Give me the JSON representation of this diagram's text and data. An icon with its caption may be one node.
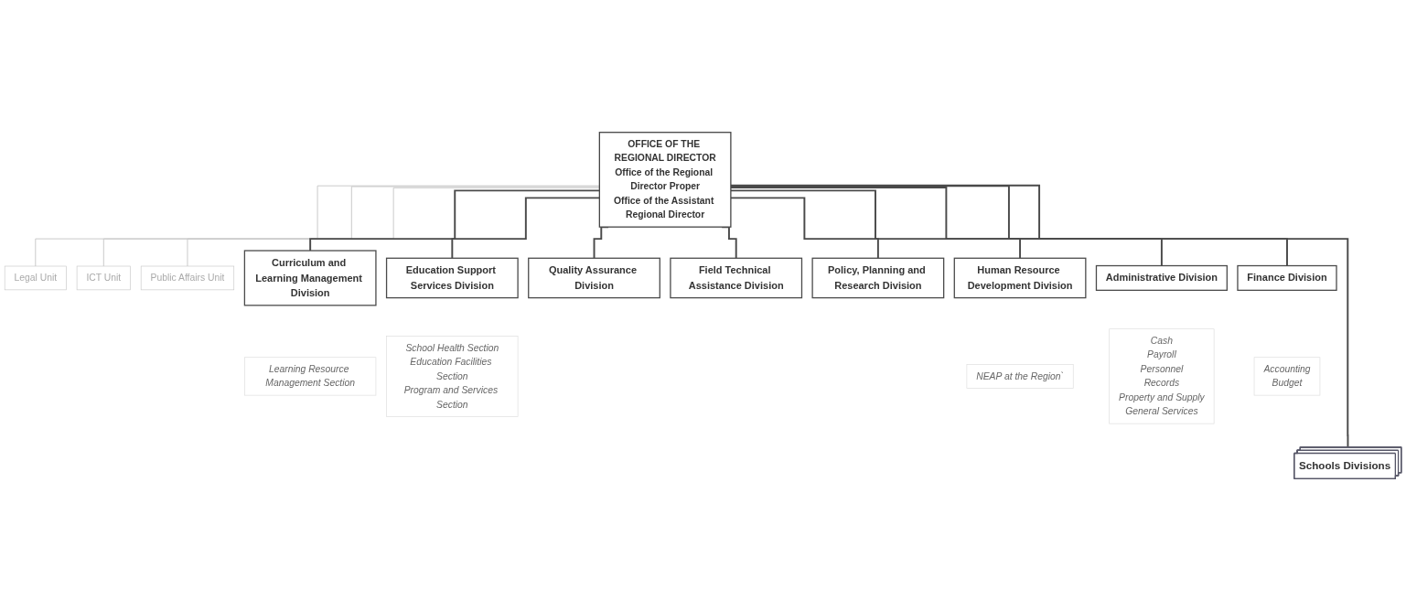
{
  "diagram": {
    "nodes": [
      {
        "text": [
          "OFFICE OF THE REGIONAL DIRECTOR",
          "Office of the Regional Director Proper",
          "Office of the Assistant Regional Director"
        ]
      },
      {
        "text": [
          "Legal Unit"
        ]
      },
      {
        "text": [
          "ICT Unit"
        ]
      },
      {
        "text": [
          "Public Affairs Unit"
        ]
      },
      {
        "text": [
          "Curriculum and Learning Management Division"
        ]
      },
      {
        "text": [
          "Education Support Services Division"
        ]
      },
      {
        "text": [
          "Quality Assurance Division"
        ]
      },
      {
        "text": [
          "Field Technical Assistance Division"
        ]
      },
      {
        "text": [
          "Policy, Planning and Research Division"
        ]
      },
      {
        "text": [
          "Human Resource Development Division"
        ]
      },
      {
        "text": [
          "Administrative Division"
        ]
      },
      {
        "text": [
          "Finance Division"
        ]
      },
      {
        "text": [
          "Learning Resource Management Section"
        ]
      },
      {
        "text": [
          "School Health Section",
          "Education Facilities Section",
          "Program and Services Section"
        ]
      },
      {
        "text": [
          "NEAP at the Region`"
        ]
      },
      {
        "text": [
          "Cash",
          "Payroll",
          "Personnel",
          "Records",
          "Property and Supply",
          "General Services"
        ]
      },
      {
        "text": [
          "Accounting",
          "Budget"
        ]
      },
      {
        "text": [
          "Schools Divisions"
        ]
      }
    ],
    "edges": [
      {
        "from": 0,
        "to": 1,
        "arrow": "none",
        "color": "#c8c8c8"
      },
      {
        "from": 0,
        "to": 2,
        "arrow": "none",
        "color": "#c8c8c8"
      },
      {
        "from": 0,
        "to": 3,
        "arrow": "none",
        "color": "#c8c8c8"
      },
      {
        "from": 0,
        "to": 4,
        "arrow": "none"
      },
      {
        "from": 0,
        "to": 5,
        "arrow": "none"
      },
      {
        "from": 0,
        "to": 6,
        "arrow": "none"
      },
      {
        "from": 0,
        "to": 7,
        "arrow": "none"
      },
      {
        "from": 0,
        "to": 8,
        "arrow": "none"
      },
      {
        "from": 0,
        "to": 9,
        "arrow": "none"
      },
      {
        "from": 0,
        "to": 10,
        "arrow": "none"
      },
      {
        "from": 0,
        "to": 11,
        "arrow": "none"
      },
      {
        "from": 0,
        "to": 17,
        "arrow": "none"
      }
    ]
  }
}
